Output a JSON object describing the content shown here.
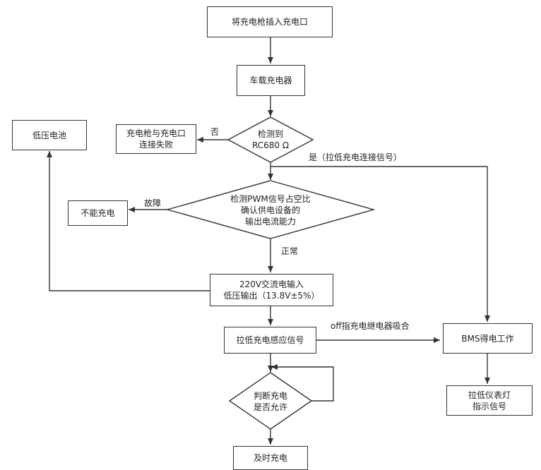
{
  "nodes": {
    "insert_gun": "将充电枪插入充电口",
    "onboard_charger": "车载充电器",
    "detect_rc": [
      "检测到",
      "RC680 Ω"
    ],
    "connect_fail": [
      "充电枪与充电口",
      "连接失败"
    ],
    "low_battery": "低压电池",
    "detect_pwm": [
      "检测PWM信号占空比",
      "确认供电设备的",
      "输出电流能力"
    ],
    "cannot_charge": "不能充电",
    "ac_input": [
      "220V交流电输入",
      "低压输出（13.8V±5%）"
    ],
    "pull_sense": "拉低充电感应信号",
    "bms_work": "BMS得电工作",
    "judge_charge": [
      "判断充电",
      "是否允许"
    ],
    "pull_dash": [
      "拉低仪表灯",
      "指示信号"
    ],
    "charge_now": "及时充电"
  },
  "edge_labels": {
    "no": "否",
    "yes": "是（拉低充电连接信号）",
    "fault": "故障",
    "normal": "正常",
    "relay": "off指充电继电器吸合"
  }
}
